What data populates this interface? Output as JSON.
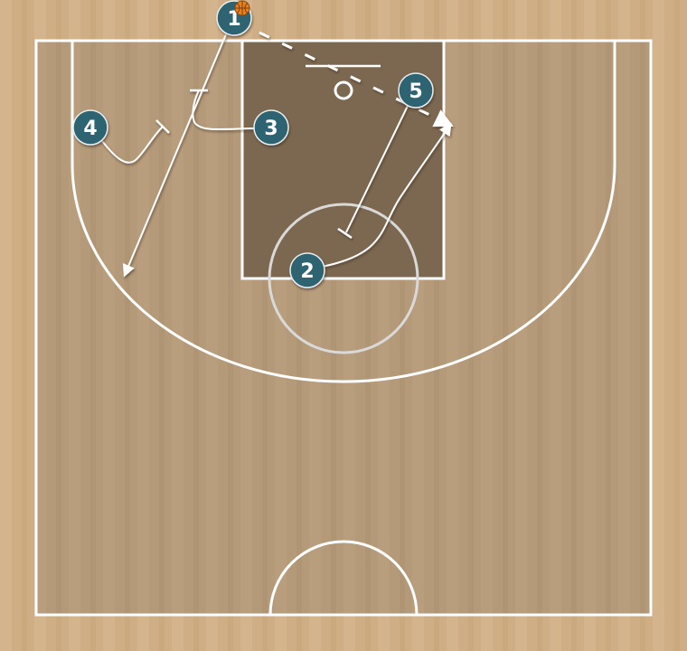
{
  "diagram": {
    "type": "basketball-play",
    "colors": {
      "floor": "#c9a97f",
      "inner_floor": "#b2987a",
      "paint": "#7c6850",
      "lines": "#ffffff",
      "player_fill": "#2e6472",
      "ball": "#e8821f"
    },
    "players": [
      {
        "id": "p1",
        "label": "1",
        "has_ball": true
      },
      {
        "id": "p2",
        "label": "2",
        "has_ball": false
      },
      {
        "id": "p3",
        "label": "3",
        "has_ball": false
      },
      {
        "id": "p4",
        "label": "4",
        "has_ball": false
      },
      {
        "id": "p5",
        "label": "5",
        "has_ball": false
      }
    ],
    "actions": [
      {
        "kind": "pass",
        "from": "1",
        "to": "right-block"
      },
      {
        "kind": "cut",
        "player": "2",
        "to": "right-block"
      },
      {
        "kind": "screen",
        "player": "5"
      },
      {
        "kind": "cut",
        "player": "1",
        "to": "left-wing"
      },
      {
        "kind": "screen",
        "player": "3"
      },
      {
        "kind": "screen",
        "player": "4"
      }
    ]
  }
}
